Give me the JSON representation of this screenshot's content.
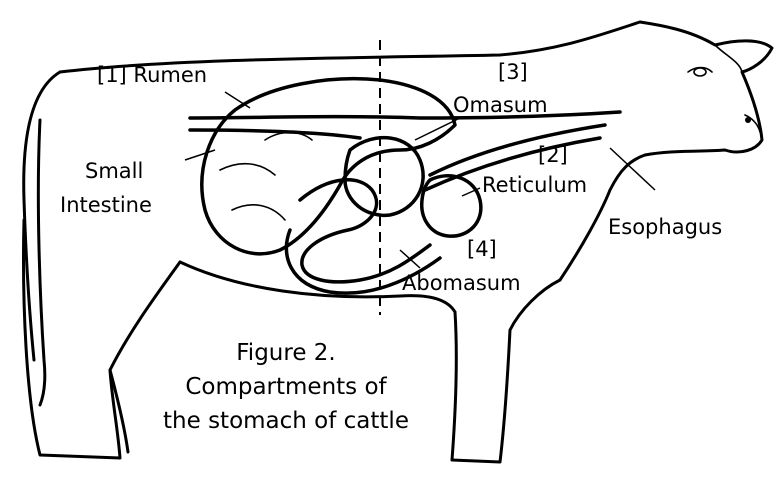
{
  "labels": {
    "rumen": "[1] Rumen",
    "omasum_number": "[3]",
    "omasum": "Omasum",
    "reticulum_number": "[2]",
    "reticulum": "Reticulum",
    "small_intestine_line1": "Small",
    "small_intestine_line2": "Intestine",
    "esophagus": "Esophagus",
    "abomasum_number": "[4]",
    "abomasum": "Abomasum"
  },
  "caption": {
    "line1": "Figure 2.",
    "line2": "Compartments of",
    "line3": "the stomach of cattle"
  },
  "colors": {
    "ink": "#000000",
    "background": "#ffffff"
  }
}
